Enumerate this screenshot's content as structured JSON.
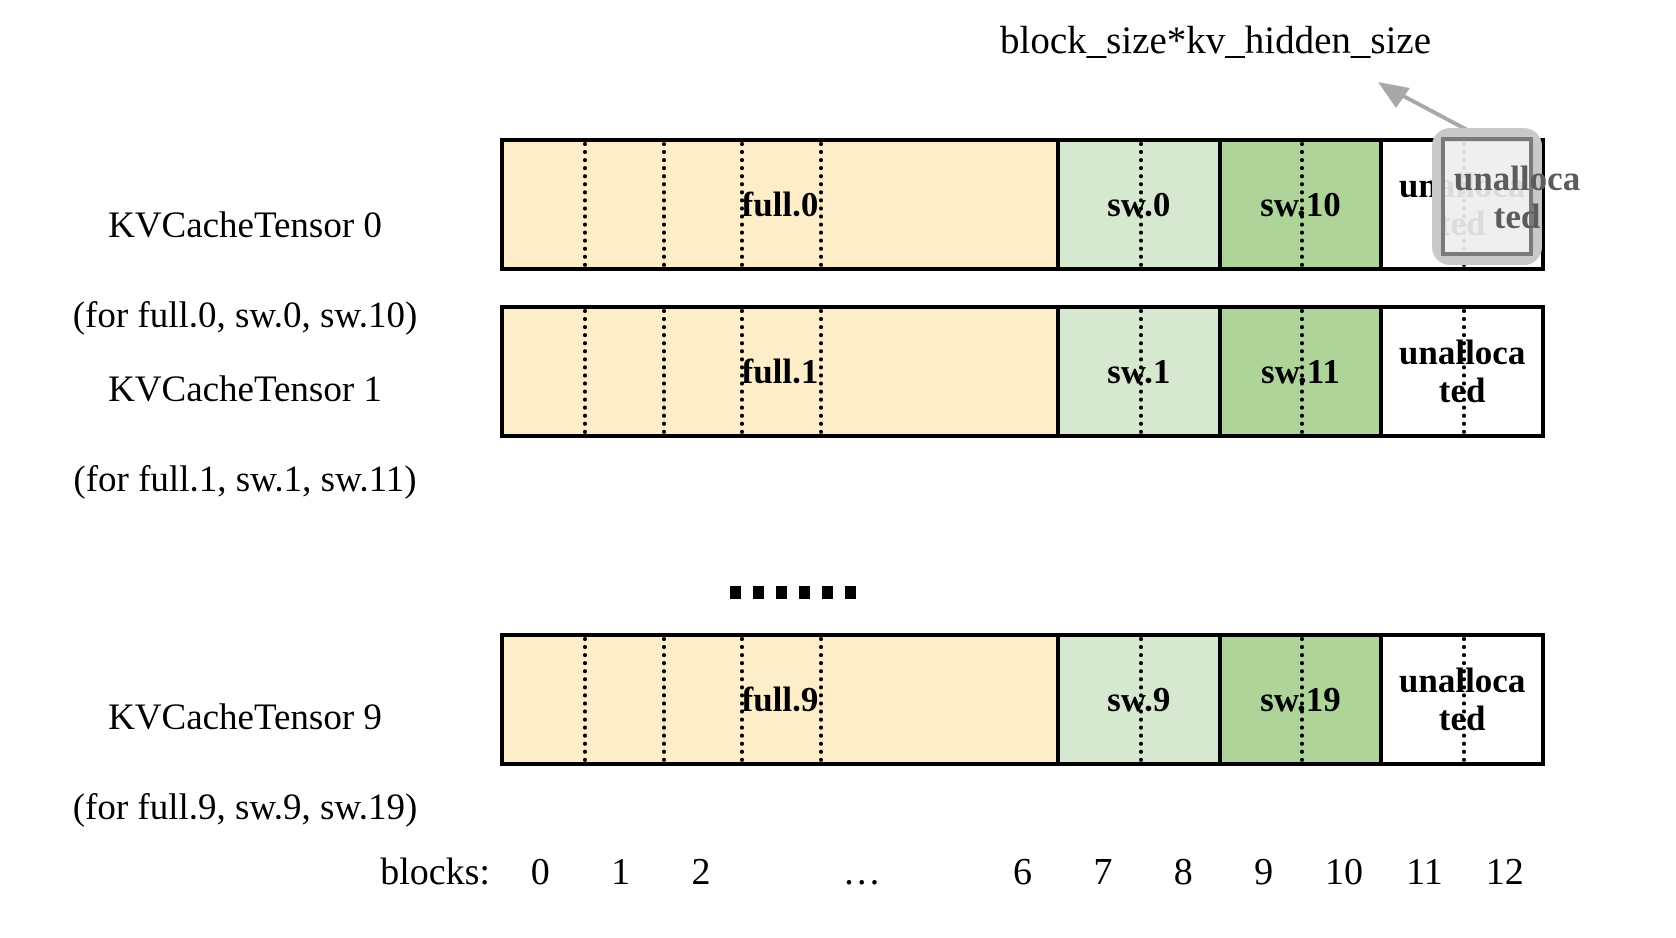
{
  "annotation": {
    "label": "block_size*kv_hidden_size",
    "arrow_color": "#a8a8a8"
  },
  "highlight": {
    "label": "unalloca\nted",
    "border_color": "#c9c9c9",
    "inner_border_color": "#7a7a7a",
    "fill_color": "#eeeeee",
    "text_color": "#5c5c5c"
  },
  "colors": {
    "full": "#fdedc8",
    "sw_light": "#d6e8d0",
    "sw_dark": "#aed49a",
    "unallocated": "#ffffff",
    "outline": "#000000"
  },
  "rows": [
    {
      "label_line1": "KVCacheTensor 0",
      "label_line2": "(for full.0, sw.0, sw.10)",
      "segments": [
        {
          "text": "full.0",
          "kind": "full",
          "blocks": 7
        },
        {
          "text": "sw.0",
          "kind": "sw_light",
          "blocks": 2
        },
        {
          "text": "sw.10",
          "kind": "sw_dark",
          "blocks": 2
        },
        {
          "text": "unalloca\nted",
          "kind": "unallocated",
          "blocks": 2
        }
      ]
    },
    {
      "label_line1": "KVCacheTensor 1",
      "label_line2": "(for full.1, sw.1, sw.11)",
      "segments": [
        {
          "text": "full.1",
          "kind": "full",
          "blocks": 7
        },
        {
          "text": "sw.1",
          "kind": "sw_light",
          "blocks": 2
        },
        {
          "text": "sw.11",
          "kind": "sw_dark",
          "blocks": 2
        },
        {
          "text": "unalloca\nted",
          "kind": "unallocated",
          "blocks": 2
        }
      ]
    },
    {
      "label_line1": "KVCacheTensor 9",
      "label_line2": "(for full.9, sw.9, sw.19)",
      "segments": [
        {
          "text": "full.9",
          "kind": "full",
          "blocks": 7
        },
        {
          "text": "sw.9",
          "kind": "sw_light",
          "blocks": 2
        },
        {
          "text": "sw.19",
          "kind": "sw_dark",
          "blocks": 2
        },
        {
          "text": "unalloca\nted",
          "kind": "unallocated",
          "blocks": 2
        }
      ]
    }
  ],
  "vertical_ellipsis": "……",
  "axis": {
    "caption": "blocks:",
    "ticks": [
      "0",
      "1",
      "2",
      "…",
      "6",
      "7",
      "8",
      "9",
      "10",
      "11",
      "12"
    ]
  }
}
